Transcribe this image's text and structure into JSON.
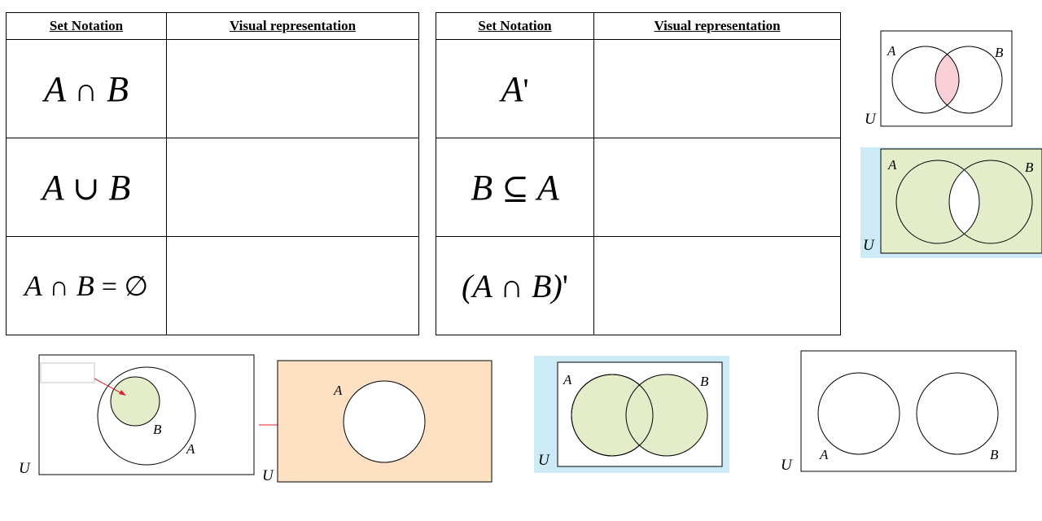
{
  "tables": [
    {
      "header": {
        "notation": "Set Notation",
        "visual": "Visual representation"
      },
      "rows": [
        {
          "left": "A",
          "op": "∩",
          "right": "B",
          "extra": ""
        },
        {
          "left": "A",
          "op": "∪",
          "right": "B",
          "extra": ""
        },
        {
          "left": "A",
          "op": "∩",
          "right": "B",
          "extra": "= ∅"
        }
      ]
    },
    {
      "header": {
        "notation": "Set Notation",
        "visual": "Visual representation"
      },
      "rows": [
        {
          "left": "A",
          "op": "'",
          "right": "",
          "extra": ""
        },
        {
          "left": "B",
          "op": "⊆",
          "right": "A",
          "extra": ""
        },
        {
          "left": "(A ∩ B)",
          "op": "'",
          "right": "",
          "extra": ""
        }
      ]
    }
  ],
  "labels": {
    "a": "A",
    "b": "B",
    "u": "U"
  },
  "colors": {
    "pink": "#f9cfd8",
    "green": "#e3edca",
    "peach": "#fde1c2",
    "lightblue": "#cdeaf7",
    "red_arrow": "#d9232e"
  }
}
